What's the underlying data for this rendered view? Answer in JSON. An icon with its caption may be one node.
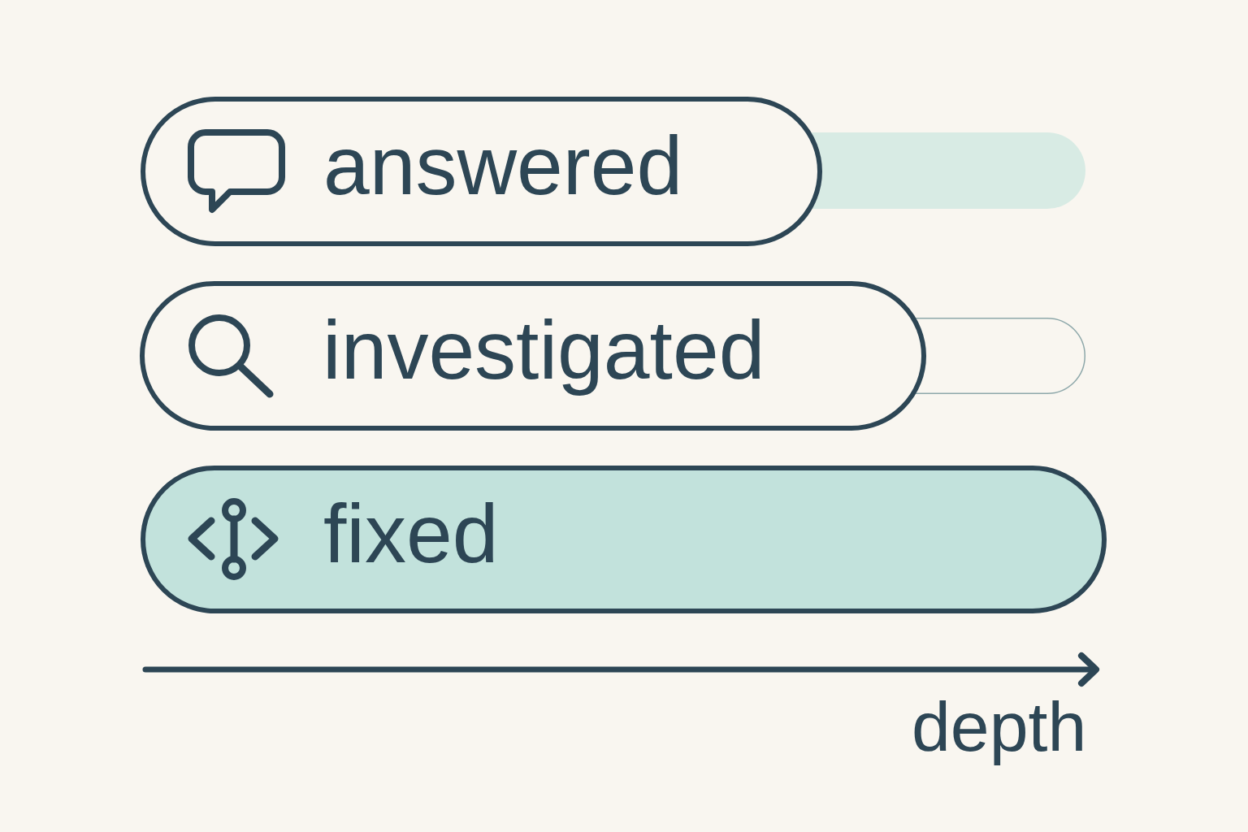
{
  "diagram": {
    "nodes": [
      {
        "text": [
          "answered"
        ]
      },
      {
        "text": [
          "investigated"
        ]
      },
      {
        "text": [
          "fixed"
        ]
      }
    ],
    "labels": [
      "depth"
    ]
  }
}
